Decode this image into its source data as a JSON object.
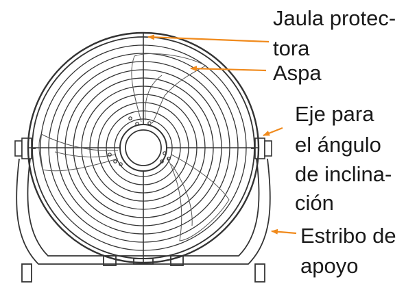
{
  "labels": {
    "cage": {
      "line1": "Jaula protec-",
      "line2": "tora"
    },
    "blade": {
      "line1": "Aspa"
    },
    "tilt_axis": {
      "line1": "Eje para",
      "line2": "el ángulo",
      "line3": "de inclina-",
      "line4": "ción"
    },
    "stand": {
      "line1": "Estribo de",
      "line2": "apoyo"
    }
  },
  "colors": {
    "arrow": "#f08a1c",
    "drawing": "#333333",
    "text": "#1a1a1a",
    "background": "#ffffff"
  }
}
